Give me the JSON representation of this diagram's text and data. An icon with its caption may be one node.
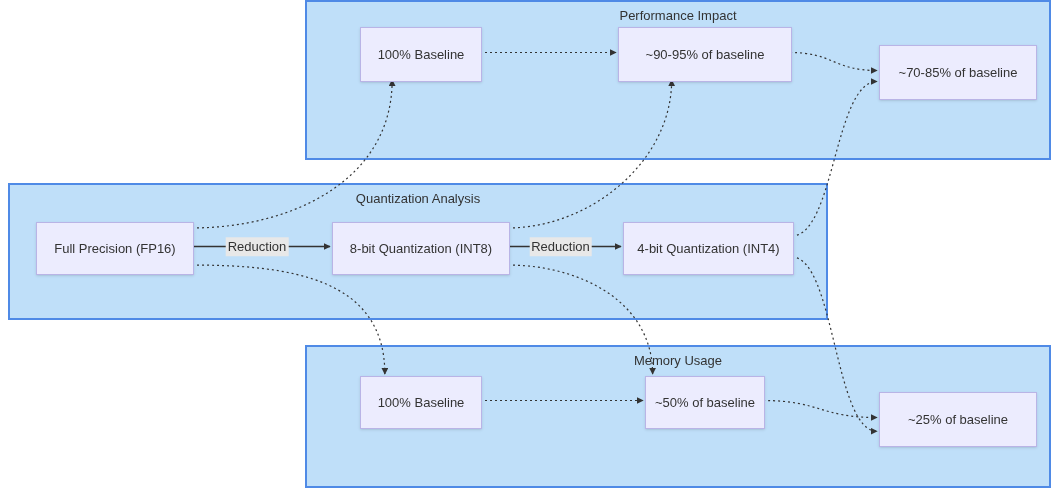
{
  "diagram": {
    "nodes": [
      {
        "text": [
          "Performance Impact"
        ]
      },
      {
        "text": [
          "100% Baseline"
        ],
        "in": 0
      },
      {
        "text": [
          "~90-95% of baseline"
        ],
        "in": 0
      },
      {
        "text": [
          "~70-85% of baseline"
        ],
        "in": 0
      },
      {
        "text": [
          "Quantization Analysis"
        ]
      },
      {
        "text": [
          "Full Precision (FP16)"
        ],
        "in": 4
      },
      {
        "text": [
          "8-bit Quantization (INT8)"
        ],
        "in": 4
      },
      {
        "text": [
          "4-bit Quantization (INT4)"
        ],
        "in": 4
      },
      {
        "text": [
          "Memory Usage"
        ]
      },
      {
        "text": [
          "100% Baseline"
        ],
        "in": 8
      },
      {
        "text": [
          "~50% of baseline"
        ],
        "in": 8
      },
      {
        "text": [
          "~25% of baseline"
        ],
        "in": 8
      }
    ],
    "edges": [
      {
        "from": 5,
        "to": 6,
        "arrow": "to",
        "label": "Reduction"
      },
      {
        "from": 6,
        "to": 7,
        "arrow": "to",
        "label": "Reduction"
      },
      {
        "from": 1,
        "to": 2,
        "arrow": "to",
        "style": "dashed"
      },
      {
        "from": 2,
        "to": 3,
        "arrow": "to",
        "style": "dashed"
      },
      {
        "from": 9,
        "to": 10,
        "arrow": "to",
        "style": "dashed"
      },
      {
        "from": 10,
        "to": 11,
        "arrow": "to",
        "style": "dashed"
      },
      {
        "from": 5,
        "to": 1,
        "arrow": "to",
        "style": "dashed"
      },
      {
        "from": 5,
        "to": 9,
        "arrow": "to",
        "style": "dashed"
      },
      {
        "from": 6,
        "to": 2,
        "arrow": "to",
        "style": "dashed"
      },
      {
        "from": 6,
        "to": 10,
        "arrow": "to",
        "style": "dashed"
      },
      {
        "from": 7,
        "to": 3,
        "arrow": "to",
        "style": "dashed"
      },
      {
        "from": 7,
        "to": 11,
        "arrow": "to",
        "style": "dashed"
      }
    ]
  }
}
